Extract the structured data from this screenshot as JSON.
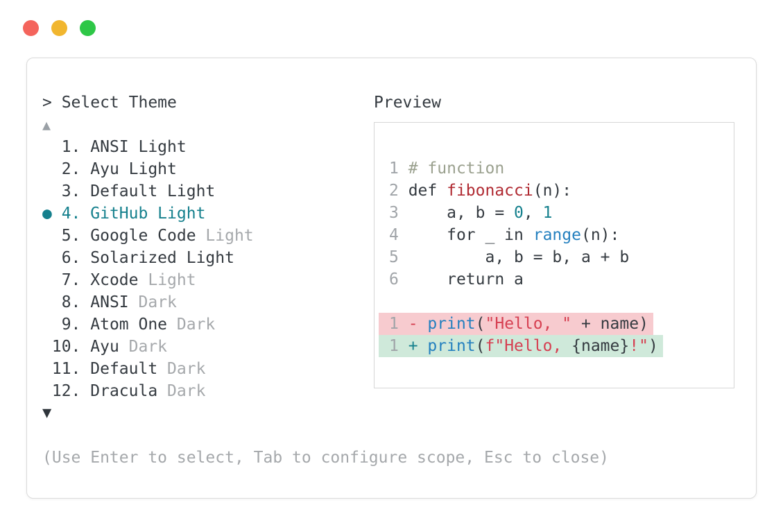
{
  "window": {
    "traffic_lights": [
      {
        "name": "close",
        "color": "#f4645c"
      },
      {
        "name": "minimize",
        "color": "#f1b62f"
      },
      {
        "name": "zoom",
        "color": "#2ec747"
      }
    ]
  },
  "colors": {
    "accent_teal": "#15808d",
    "text_dark": "#343a40",
    "text_gray": "#a5a8ab",
    "diff_removed_bg": "#f7cbcf",
    "diff_added_bg": "#cfe9da",
    "comment": "#9ba18f",
    "keyword_blue": "#2480bf",
    "function_red": "#b02a32",
    "string_red": "#d63f51"
  },
  "theme_picker": {
    "prompt": "> Select Theme",
    "scroll_up_icon": "▲",
    "scroll_down_icon": "▼",
    "items": [
      {
        "num": "1",
        "name": "ANSI Light",
        "suffix": "",
        "selected": false
      },
      {
        "num": "2",
        "name": "Ayu Light",
        "suffix": "",
        "selected": false
      },
      {
        "num": "3",
        "name": "Default Light",
        "suffix": "",
        "selected": false
      },
      {
        "num": "4",
        "name": "GitHub Light",
        "suffix": "",
        "selected": true
      },
      {
        "num": "5",
        "name": "Google Code",
        "suffix": "Light",
        "selected": false
      },
      {
        "num": "6",
        "name": "Solarized Light",
        "suffix": "",
        "selected": false
      },
      {
        "num": "7",
        "name": "Xcode",
        "suffix": "Light",
        "selected": false
      },
      {
        "num": "8",
        "name": "ANSI",
        "suffix": "Dark",
        "selected": false
      },
      {
        "num": "9",
        "name": "Atom One",
        "suffix": "Dark",
        "selected": false
      },
      {
        "num": "10",
        "name": "Ayu",
        "suffix": "Dark",
        "selected": false
      },
      {
        "num": "11",
        "name": "Default",
        "suffix": "Dark",
        "selected": false
      },
      {
        "num": "12",
        "name": "Dracula",
        "suffix": "Dark",
        "selected": false
      }
    ],
    "selected_marker_icon": "●",
    "hint": "(Use Enter to select, Tab to configure scope, Esc to close)"
  },
  "preview": {
    "label": "Preview",
    "code_lines": [
      {
        "num": "1",
        "diff": "",
        "tokens": [
          {
            "t": "# function",
            "c": "comment"
          }
        ]
      },
      {
        "num": "2",
        "diff": "",
        "tokens": [
          {
            "t": "def ",
            "c": "fg"
          },
          {
            "t": "fibonacci",
            "c": "funcred"
          },
          {
            "t": "(n):",
            "c": "fg"
          }
        ]
      },
      {
        "num": "3",
        "diff": "",
        "tokens": [
          {
            "t": "    a, b = ",
            "c": "fg"
          },
          {
            "t": "0",
            "c": "teal"
          },
          {
            "t": ", ",
            "c": "fg"
          },
          {
            "t": "1",
            "c": "teal"
          }
        ]
      },
      {
        "num": "4",
        "diff": "",
        "tokens": [
          {
            "t": "    for _ in ",
            "c": "fg"
          },
          {
            "t": "range",
            "c": "blue"
          },
          {
            "t": "(n):",
            "c": "fg"
          }
        ]
      },
      {
        "num": "5",
        "diff": "",
        "tokens": [
          {
            "t": "        a, b = b, a + b",
            "c": "fg"
          }
        ]
      },
      {
        "num": "6",
        "diff": "",
        "tokens": [
          {
            "t": "    return a",
            "c": "fg"
          }
        ]
      },
      {
        "num": "",
        "diff": "",
        "tokens": []
      },
      {
        "num": "1",
        "diff": "removed",
        "tokens": [
          {
            "t": "- ",
            "c": "red"
          },
          {
            "t": "print",
            "c": "blue"
          },
          {
            "t": "(",
            "c": "fg"
          },
          {
            "t": "\"Hello, \"",
            "c": "red"
          },
          {
            "t": " + name)",
            "c": "fg"
          }
        ]
      },
      {
        "num": "1",
        "diff": "added",
        "tokens": [
          {
            "t": "+ ",
            "c": "teal"
          },
          {
            "t": "print",
            "c": "blue"
          },
          {
            "t": "(",
            "c": "fg"
          },
          {
            "t": "f\"Hello, ",
            "c": "red"
          },
          {
            "t": "{name}",
            "c": "fg"
          },
          {
            "t": "!\"",
            "c": "red"
          },
          {
            "t": ")",
            "c": "fg"
          }
        ]
      }
    ]
  }
}
